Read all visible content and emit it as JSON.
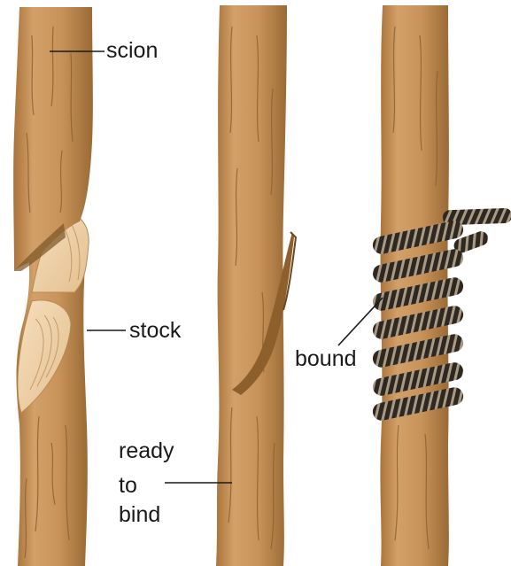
{
  "labels": {
    "scion": "scion",
    "stock": "stock",
    "bound": "bound",
    "ready_line1": "ready",
    "ready_line2": "to",
    "ready_line3": "bind"
  },
  "colors": {
    "wood": "#c9955a",
    "wood_dark": "#8e6230",
    "wood_light": "#e9c79c",
    "cut_face": "#f1d7b2",
    "twine": "#3a3228",
    "twine_light": "#8a7d6a",
    "leader": "#1a1a1a"
  }
}
